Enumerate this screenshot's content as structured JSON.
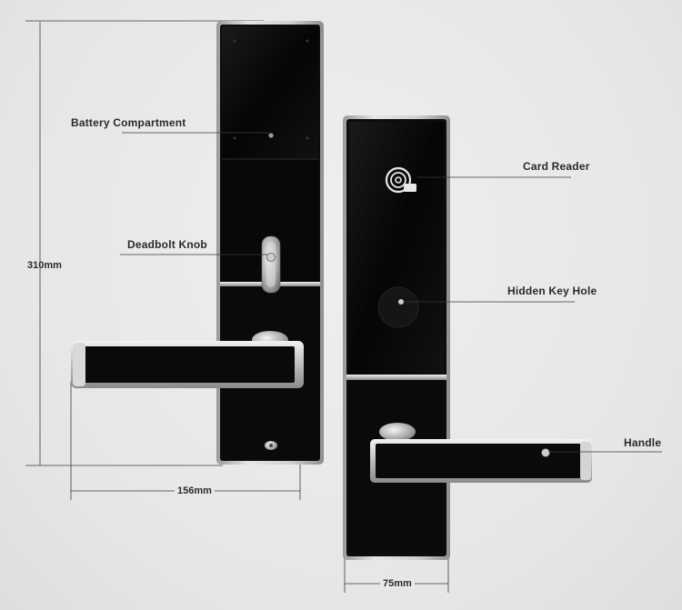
{
  "callouts": {
    "battery_compartment": "Battery Compartment",
    "deadbolt_knob": "Deadbolt Knob",
    "card_reader": "Card Reader",
    "hidden_key_hole": "Hidden Key Hole",
    "handle": "Handle"
  },
  "dimensions": {
    "height": "310mm",
    "inner_width": "156mm",
    "outer_width": "75mm"
  },
  "colors": {
    "background": "#e8e8e8",
    "panel_black": "#0b0b0b",
    "steel": "#c9c9c9",
    "line": "#3a3a3a"
  }
}
